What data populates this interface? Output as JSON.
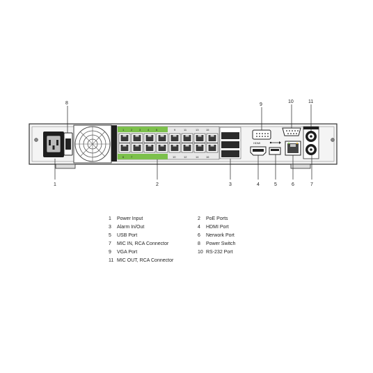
{
  "callouts": [
    "1",
    "2",
    "3",
    "4",
    "5",
    "6",
    "7",
    "8",
    "9",
    "10",
    "11"
  ],
  "port_numbers_top": [
    "1",
    "2",
    "3",
    "4",
    "5",
    "6",
    "7",
    "9",
    "11",
    "13",
    "15"
  ],
  "port_numbers_bottom": [
    "10",
    "12",
    "14",
    "16"
  ],
  "hdmi_label": "HDMI",
  "legend": [
    {
      "num": "1",
      "label": "Power Input"
    },
    {
      "num": "2",
      "label": "PoE Ports"
    },
    {
      "num": "3",
      "label": "Alarm In/Out"
    },
    {
      "num": "4",
      "label": "HDMI Port"
    },
    {
      "num": "5",
      "label": "USB Port"
    },
    {
      "num": "6",
      "label": "Nerwork Port"
    },
    {
      "num": "7",
      "label": "MIC IN, RCA Connector"
    },
    {
      "num": "8",
      "label": "Power Switch"
    },
    {
      "num": "9",
      "label": "VGA Port"
    },
    {
      "num": "10",
      "label": "RS-232 Port"
    },
    {
      "num": "11",
      "label": "MIC OUT, RCA Connector"
    }
  ],
  "colors": {
    "poe_green": "#7cc04b",
    "panel": "#3a3a3a",
    "line": "#222222"
  }
}
